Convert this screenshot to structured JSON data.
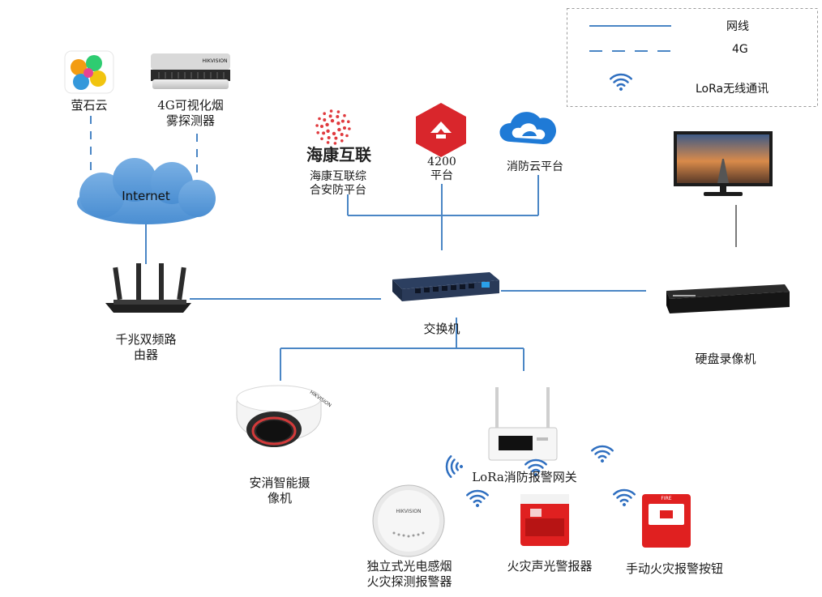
{
  "legend": {
    "wired": "网线",
    "cellular": "4G",
    "lora": "LoRa无线通讯"
  },
  "cloud": {
    "label": "Internet"
  },
  "nodes": {
    "ezviz": "萤石云",
    "smoke_4g_line1": "4G可视化烟",
    "smoke_4g_line2": "雾探测器",
    "hik_logo_text": "海康互联",
    "hik_platform_line1": "海康互联综",
    "hik_platform_line2": "合安防平台",
    "p4200_line1": "4200",
    "p4200_line2": "平台",
    "fire_cloud": "消防云平台",
    "router_line1": "千兆双频路",
    "router_line2": "由器",
    "switch": "交换机",
    "nvr": "硬盘录像机",
    "camera_line1": "安消智能摄",
    "camera_line2": "像机",
    "gateway": "LoRa消防报警网关",
    "smoke_line1": "独立式光电感烟",
    "smoke_line2": "火灾探测报警器",
    "sounder": "火灾声光警报器",
    "call_point": "手动火灾报警按钮"
  },
  "device_marks": {
    "hik_brand": "HIKVISION",
    "call_point_tag": "FIRE"
  },
  "colors": {
    "link": "#4a86c5",
    "cloud": "#5b9bd5",
    "cloud_text": "#ffffff",
    "hik_red": "#e03a3e",
    "platform4200_red": "#d9262c",
    "fire_cloud_blue": "#1f7ad6",
    "alarm_red": "#e02020",
    "lora_wave": "#2f6fc0"
  }
}
